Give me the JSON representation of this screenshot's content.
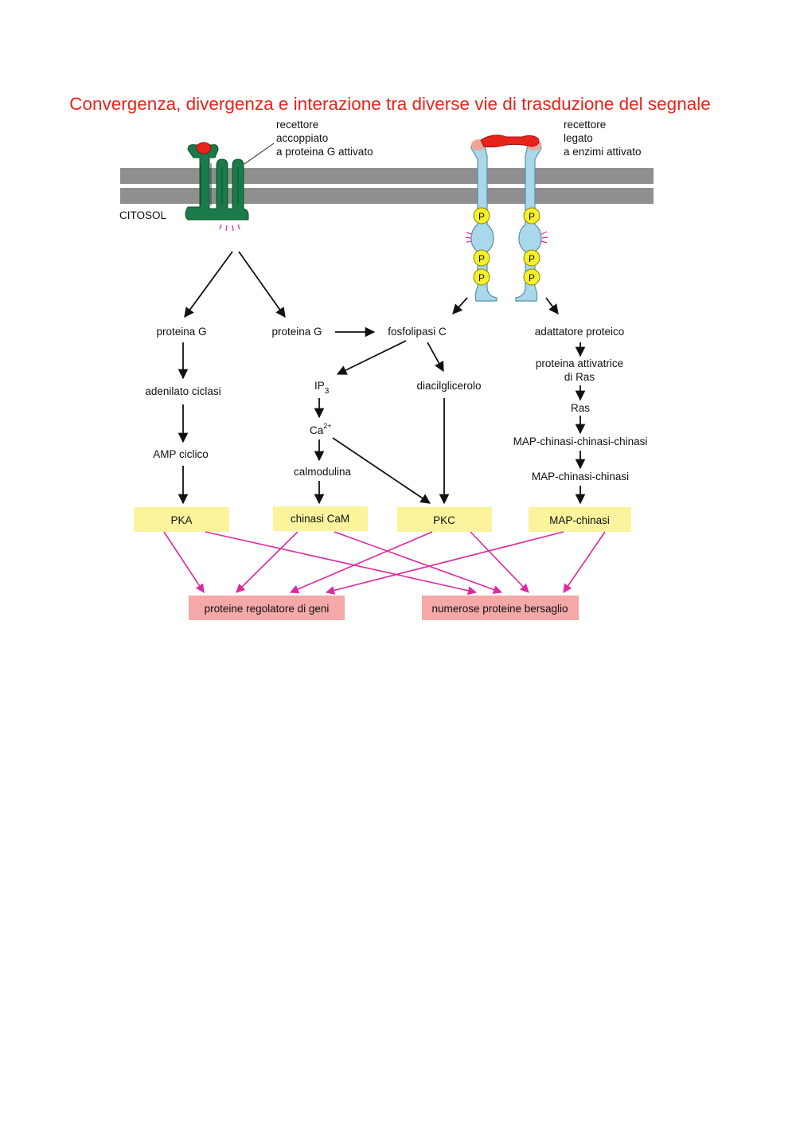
{
  "title": "Convergenza, divergenza e interazione tra diverse vie di trasduzione del segnale",
  "labels": {
    "gpcr_1": "recettore",
    "gpcr_2": "accoppiato",
    "gpcr_3": "a proteina G attivato",
    "rtk_1": "recettore",
    "rtk_2": "legato",
    "rtk_3": "a enzimi attivato",
    "cytosol": "CITOSOL",
    "phospho": "P"
  },
  "nodes": {
    "g_protein_left": "proteina G",
    "g_protein_mid": "proteina G",
    "phospholipase_c": "fosfolipasi C",
    "adaptor": "adattatore proteico",
    "ras_activator_1": "proteina attivatrice",
    "ras_activator_2": "di Ras",
    "adenylate_cyclase": "adenilato ciclasi",
    "ip3": "IP",
    "ip3_sub": "3",
    "dag": "diacilglicerolo",
    "ras": "Ras",
    "camp": "AMP ciclico",
    "calcium": "Ca",
    "calcium_sup": "2+",
    "mapkkk": "MAP-chinasi-chinasi-chinasi",
    "calmodulin": "calmodulina",
    "mapkk": "MAP-chinasi-chinasi"
  },
  "kinases": {
    "pka": "PKA",
    "camk": "chinasi CaM",
    "pkc": "PKC",
    "mapk": "MAP-chinasi"
  },
  "targets": {
    "gene_regulators": "proteine regolatore di geni",
    "target_proteins": "numerose proteine bersaglio"
  },
  "colors": {
    "title": "#e8231c",
    "membrane": "#8f8f8f",
    "gpcr": "#1a7a4a",
    "ligand": "#e8231c",
    "rtk": "#a9d8ea",
    "rtk_ligand": "#e8231c",
    "rtk_binding": "#f2a593",
    "phospho": "#f5f02a",
    "activation_mark": "#e0259a",
    "kinase_box": "#fbf49c",
    "target_box": "#f5a8a8",
    "magenta_arrow": "#dd2a9c",
    "arrow": "#111111"
  }
}
